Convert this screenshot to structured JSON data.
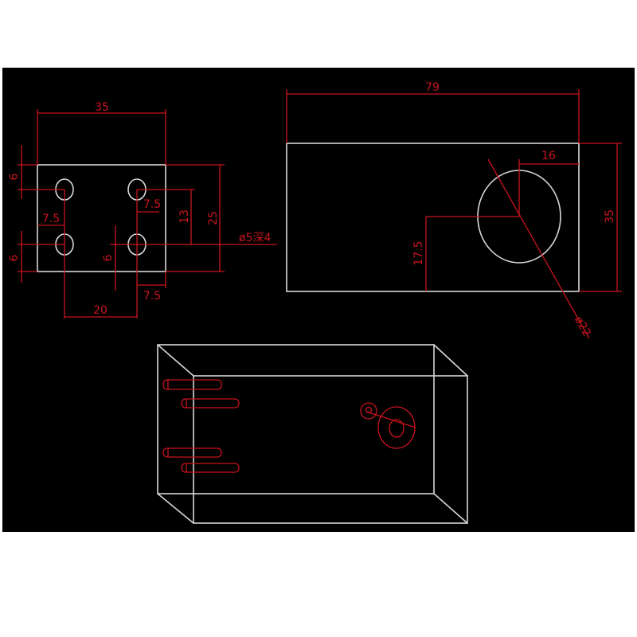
{
  "drawing": {
    "background": "#000000",
    "geometry_color": "#d8d8d8",
    "dimension_color": "#c8141e",
    "end_view": {
      "dims": {
        "width": "35",
        "top_offset": "6",
        "bottom_offset": "6",
        "inner_offset": "6",
        "left_hole_x": "7.5",
        "right_hole_x": "7.5",
        "hole_spacing_v": "13",
        "height": "25",
        "hole_callout": "ø5深4",
        "bottom_right_x": "7.5",
        "hole_spacing_h": "20"
      }
    },
    "side_view": {
      "dims": {
        "length": "79",
        "bore_offset_x": "16",
        "height": "35",
        "bore_center_y": "17.5",
        "bore_diameter": "ø22"
      }
    }
  }
}
